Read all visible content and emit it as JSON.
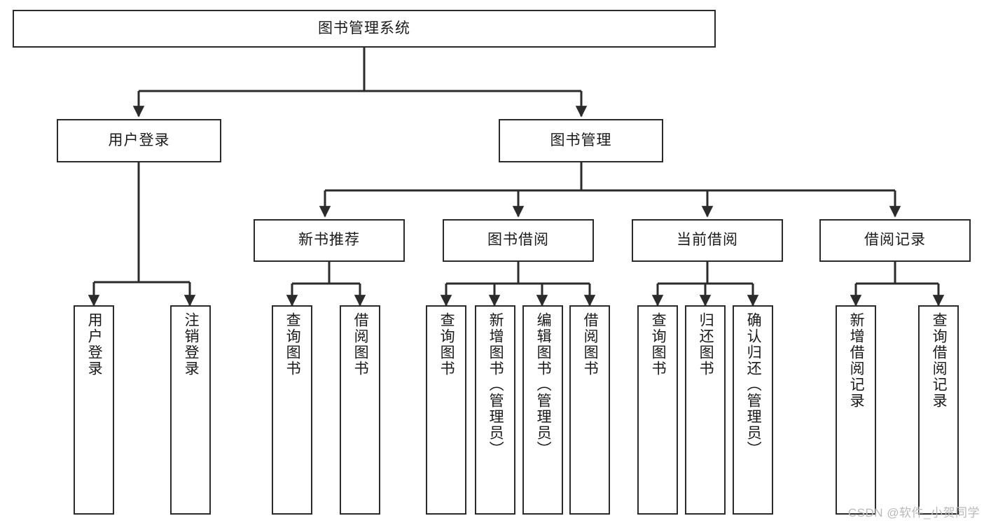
{
  "diagram": {
    "type": "tree-hierarchy",
    "title": "图书管理系统",
    "watermark": "CSDN @软件_小贺同学",
    "colors": {
      "stroke": "#2b2b2b",
      "fill": "#ffffff",
      "text": "#1a1a1a",
      "watermark": "#b9b9b9"
    },
    "levels": {
      "root": "图书管理系统",
      "level2": [
        "用户登录",
        "图书管理"
      ],
      "level3": [
        "新书推荐",
        "图书借阅",
        "当前借阅",
        "借阅记录"
      ]
    },
    "nodes": {
      "root": {
        "label": "图书管理系统",
        "orientation": "horizontal"
      },
      "user_login": {
        "label": "用户登录",
        "orientation": "horizontal"
      },
      "book_manage": {
        "label": "图书管理",
        "orientation": "horizontal"
      },
      "new_book_rec": {
        "label": "新书推荐",
        "orientation": "horizontal"
      },
      "book_borrow": {
        "label": "图书借阅",
        "orientation": "horizontal"
      },
      "current_borrow": {
        "label": "当前借阅",
        "orientation": "horizontal"
      },
      "borrow_record": {
        "label": "借阅记录",
        "orientation": "horizontal"
      },
      "leaf_user_login": {
        "label": "用户登录",
        "orientation": "vertical"
      },
      "leaf_logout": {
        "label": "注销登录",
        "orientation": "vertical"
      },
      "leaf_query_book_1": {
        "label": "查询图书",
        "orientation": "vertical"
      },
      "leaf_borrow_book_1": {
        "label": "借阅图书",
        "orientation": "vertical"
      },
      "leaf_query_book_2": {
        "label": "查询图书",
        "orientation": "vertical"
      },
      "leaf_add_book": {
        "label": "新增图书（管理员）",
        "orientation": "vertical"
      },
      "leaf_edit_book": {
        "label": "编辑图书（管理员）",
        "orientation": "vertical"
      },
      "leaf_borrow_book_2": {
        "label": "借阅图书",
        "orientation": "vertical"
      },
      "leaf_query_book_3": {
        "label": "查询图书",
        "orientation": "vertical"
      },
      "leaf_return_book": {
        "label": "归还图书",
        "orientation": "vertical"
      },
      "leaf_confirm_return": {
        "label": "确认归还（管理员）",
        "orientation": "vertical"
      },
      "leaf_add_record": {
        "label": "新增借阅记录",
        "orientation": "vertical"
      },
      "leaf_query_record": {
        "label": "查询借阅记录",
        "orientation": "vertical"
      }
    },
    "edges": [
      {
        "from": "root",
        "to": "user_login"
      },
      {
        "from": "root",
        "to": "book_manage"
      },
      {
        "from": "user_login",
        "to": "leaf_user_login"
      },
      {
        "from": "user_login",
        "to": "leaf_logout"
      },
      {
        "from": "book_manage",
        "to": "new_book_rec"
      },
      {
        "from": "book_manage",
        "to": "book_borrow"
      },
      {
        "from": "book_manage",
        "to": "current_borrow"
      },
      {
        "from": "book_manage",
        "to": "borrow_record"
      },
      {
        "from": "new_book_rec",
        "to": "leaf_query_book_1"
      },
      {
        "from": "new_book_rec",
        "to": "leaf_borrow_book_1"
      },
      {
        "from": "book_borrow",
        "to": "leaf_query_book_2"
      },
      {
        "from": "book_borrow",
        "to": "leaf_add_book"
      },
      {
        "from": "book_borrow",
        "to": "leaf_edit_book"
      },
      {
        "from": "book_borrow",
        "to": "leaf_borrow_book_2"
      },
      {
        "from": "current_borrow",
        "to": "leaf_query_book_3"
      },
      {
        "from": "current_borrow",
        "to": "leaf_return_book"
      },
      {
        "from": "current_borrow",
        "to": "leaf_confirm_return"
      },
      {
        "from": "borrow_record",
        "to": "leaf_add_record"
      },
      {
        "from": "borrow_record",
        "to": "leaf_query_record"
      }
    ]
  }
}
